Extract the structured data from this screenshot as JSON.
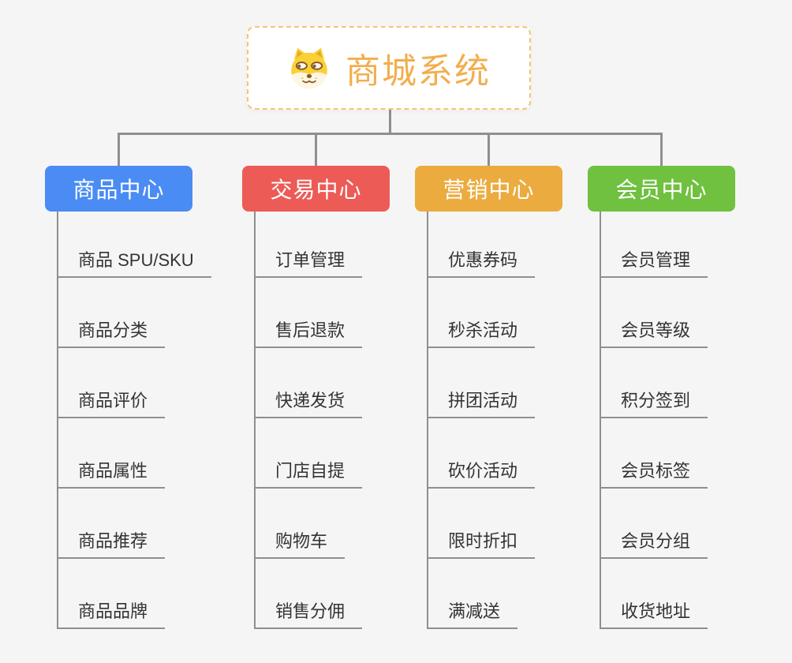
{
  "page": {
    "background": "#f5f5f5",
    "connector_color": "#8f8f8f"
  },
  "root": {
    "title": "商城系统",
    "title_color": "#f2ae4e",
    "border_color": "#f5c573",
    "icon": "doge-icon"
  },
  "branches": [
    {
      "label": "商品中心",
      "color": "#4a8cf3",
      "items": [
        "商品 SPU/SKU",
        "商品分类",
        "商品评价",
        "商品属性",
        "商品推荐",
        "商品品牌"
      ]
    },
    {
      "label": "交易中心",
      "color": "#ec5b56",
      "items": [
        "订单管理",
        "售后退款",
        "快递发货",
        "门店自提",
        "购物车",
        "销售分佣"
      ]
    },
    {
      "label": "营销中心",
      "color": "#ebab3f",
      "items": [
        "优惠券码",
        "秒杀活动",
        "拼团活动",
        "砍价活动",
        "限时折扣",
        "满减送"
      ]
    },
    {
      "label": "会员中心",
      "color": "#6fc13f",
      "items": [
        "会员管理",
        "会员等级",
        "积分签到",
        "会员标签",
        "会员分组",
        "收货地址"
      ]
    }
  ]
}
